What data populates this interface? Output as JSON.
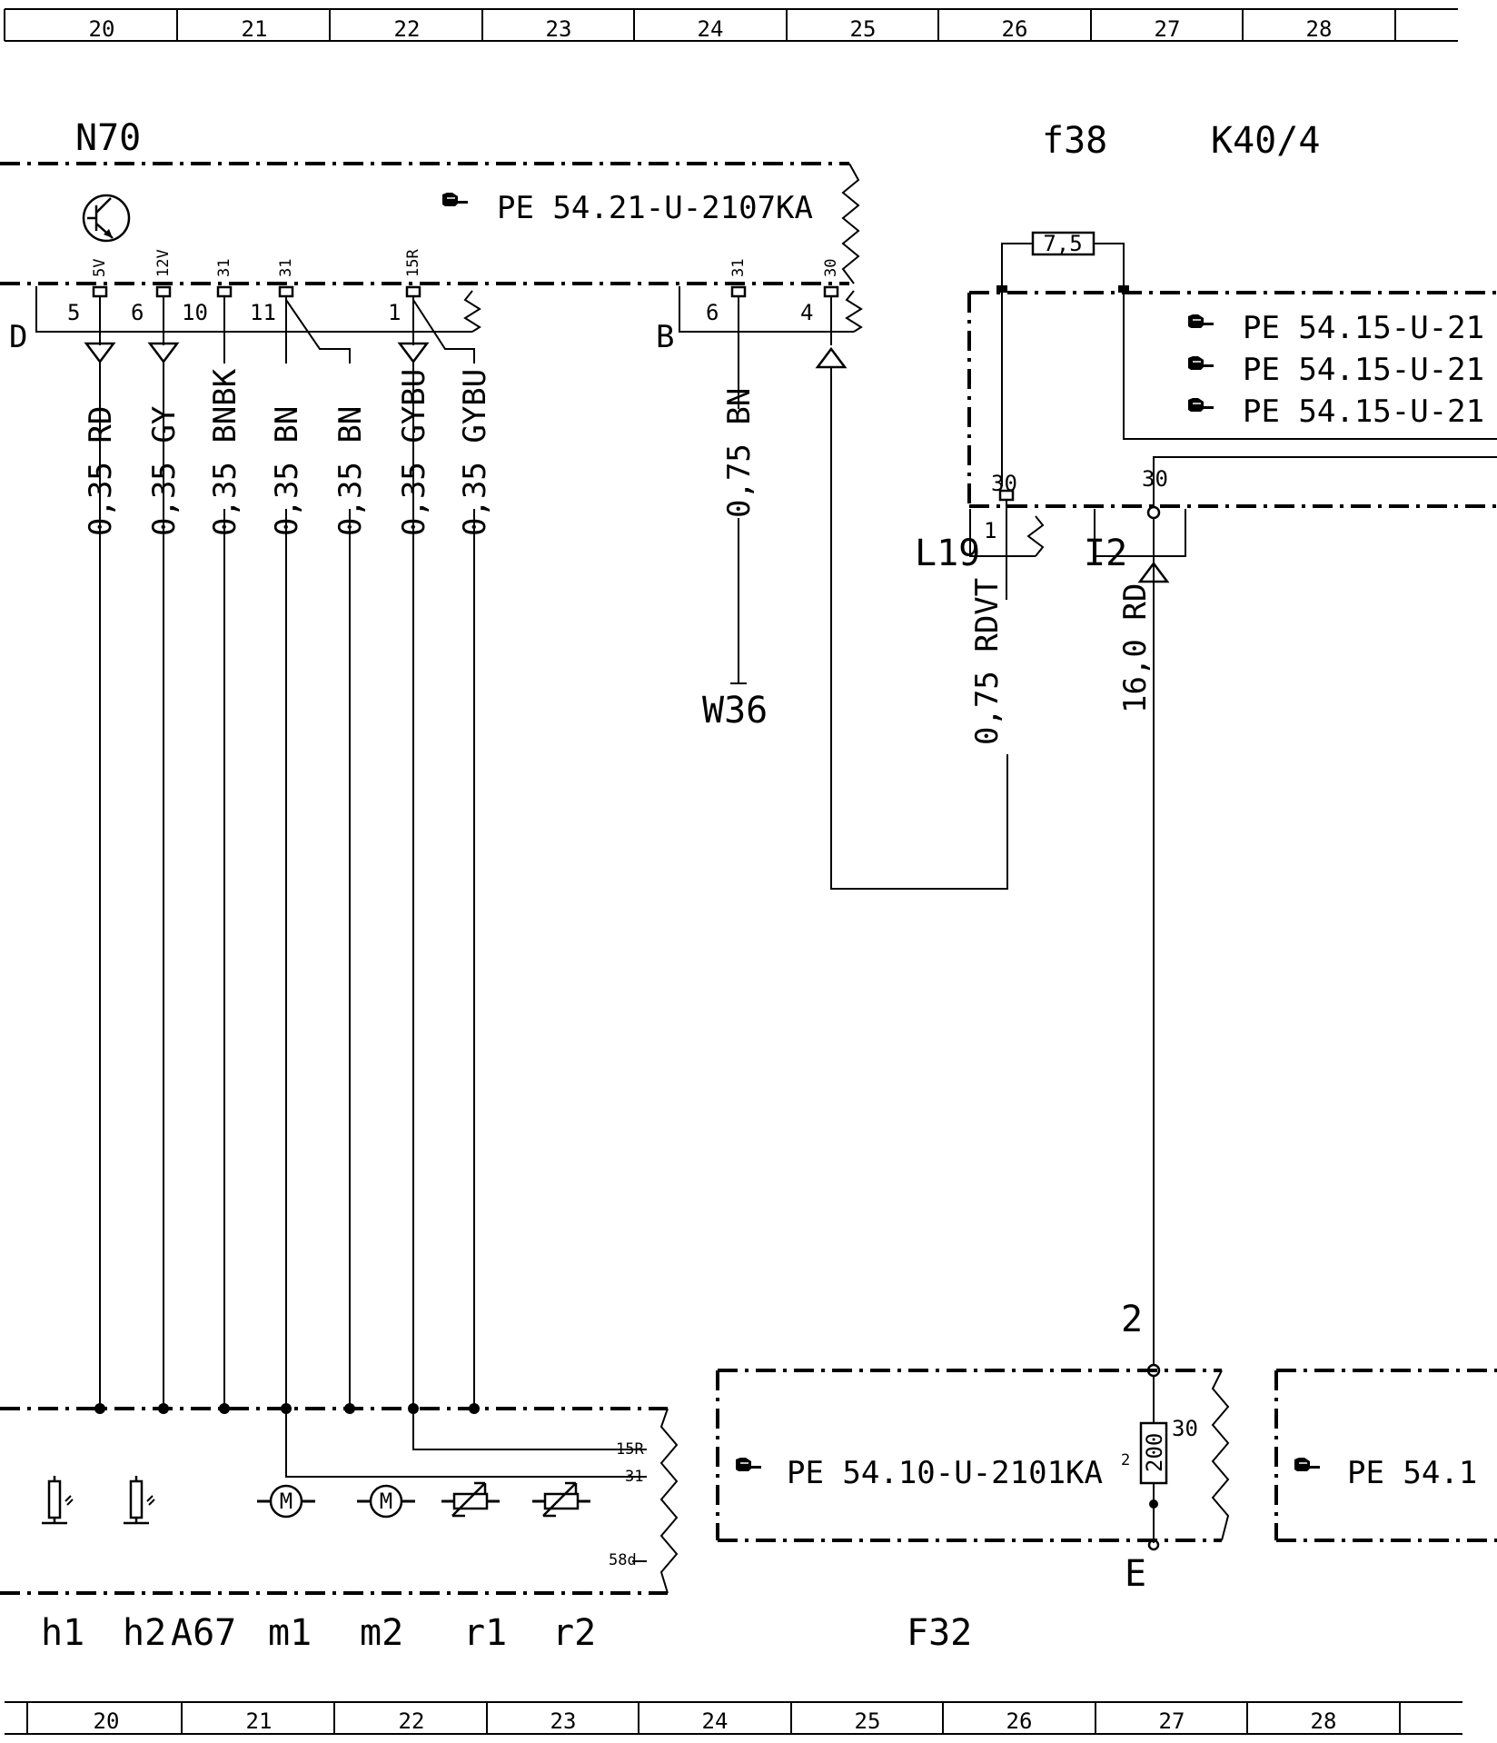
{
  "grid": {
    "top": [
      "20",
      "21",
      "22",
      "23",
      "24",
      "25",
      "26",
      "27",
      "28"
    ],
    "bottom": [
      "20",
      "21",
      "22",
      "23",
      "24",
      "25",
      "26",
      "27",
      "28"
    ]
  },
  "components": {
    "n70": "N70",
    "f38": "f38",
    "k40_4": "K40/4",
    "w36": "W36",
    "l19": "L19",
    "i2": "I2",
    "f32": "F32",
    "a67": "A67",
    "h1": "h1",
    "h2": "h2",
    "m1": "m1",
    "m2": "m2",
    "r1": "r1",
    "r2": "r2"
  },
  "connectors": {
    "d": "D",
    "b": "B",
    "e": "E"
  },
  "references": {
    "n70_ref": "PE 54.21-U-2107KA",
    "k40_ref1": "PE 54.15-U-21",
    "k40_ref2": "PE 54.15-U-21",
    "k40_ref3": "PE 54.15-U-21",
    "f32_ref": "PE 54.10-U-2101KA",
    "f32_ref_sup": "2",
    "right_ref": "PE 54.1"
  },
  "pins": {
    "d_pins": [
      {
        "num": "5",
        "signal": "5V"
      },
      {
        "num": "6",
        "signal": "12V"
      },
      {
        "num": "10",
        "signal": "31"
      },
      {
        "num": "11",
        "signal": "31"
      },
      {
        "num": "1",
        "signal": "15R"
      }
    ],
    "b_pins": [
      {
        "num": "6",
        "signal": "31"
      },
      {
        "num": "4",
        "signal": "30"
      }
    ],
    "k40_pin_left": "30",
    "k40_pin_right": "30",
    "l19_pin": "1",
    "f32_pin_top": "2",
    "f32_pin_30": "30"
  },
  "fuses": {
    "f38_rating": "7,5",
    "f32_rating": "200"
  },
  "wires": [
    {
      "label": "0,35 RD"
    },
    {
      "label": "0,35 GY"
    },
    {
      "label": "0,35 BNBK"
    },
    {
      "label": "0,35 BN"
    },
    {
      "label": "0,35 BN"
    },
    {
      "label": "0,35 GYBU"
    },
    {
      "label": "0,35 GYBU"
    },
    {
      "label": "0,75 BN"
    },
    {
      "label": "0,75 RDVT"
    },
    {
      "label": "16,0 RD"
    }
  ],
  "a67_terminals": {
    "t15r": "15R",
    "t31": "31",
    "t58d": "58d"
  },
  "icons": {
    "transistor": "transistor-icon",
    "reference": "pointing-hand-icon",
    "motor": "motor-icon",
    "variable_resistor": "variable-resistor-icon",
    "lamp": "lamp-icon"
  },
  "motor_letter": "M"
}
